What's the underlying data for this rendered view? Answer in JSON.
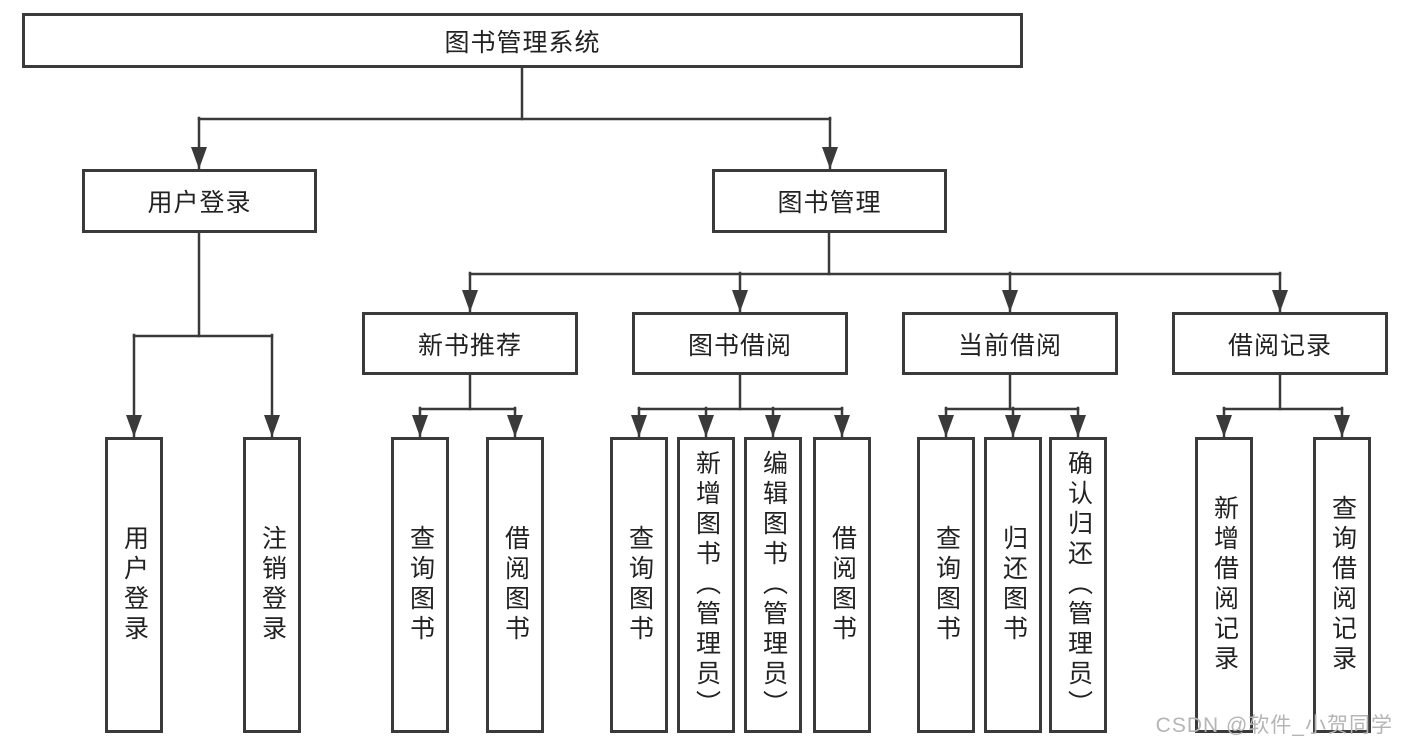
{
  "diagram": {
    "root": {
      "label": "图书管理系统"
    },
    "branches": [
      {
        "label": "用户登录",
        "children": [
          {
            "label": "用户登录"
          },
          {
            "label": "注销登录"
          }
        ]
      },
      {
        "label": "图书管理",
        "children": [
          {
            "label": "新书推荐",
            "children": [
              {
                "label": "查询图书"
              },
              {
                "label": "借阅图书"
              }
            ]
          },
          {
            "label": "图书借阅",
            "children": [
              {
                "label": "查询图书"
              },
              {
                "label": "新增图书（管理员）"
              },
              {
                "label": "编辑图书（管理员）"
              },
              {
                "label": "借阅图书"
              }
            ]
          },
          {
            "label": "当前借阅",
            "children": [
              {
                "label": "查询图书"
              },
              {
                "label": "归还图书"
              },
              {
                "label": "确认归还（管理员）"
              }
            ]
          },
          {
            "label": "借阅记录",
            "children": [
              {
                "label": "新增借阅记录"
              },
              {
                "label": "查询借阅记录"
              }
            ]
          }
        ]
      }
    ]
  },
  "watermark": {
    "text": "CSDN @软件_小贺同学",
    "color": "#b5b5b5"
  },
  "colors": {
    "line": "#3a3a3a",
    "text": "#222222",
    "background": "#ffffff"
  }
}
